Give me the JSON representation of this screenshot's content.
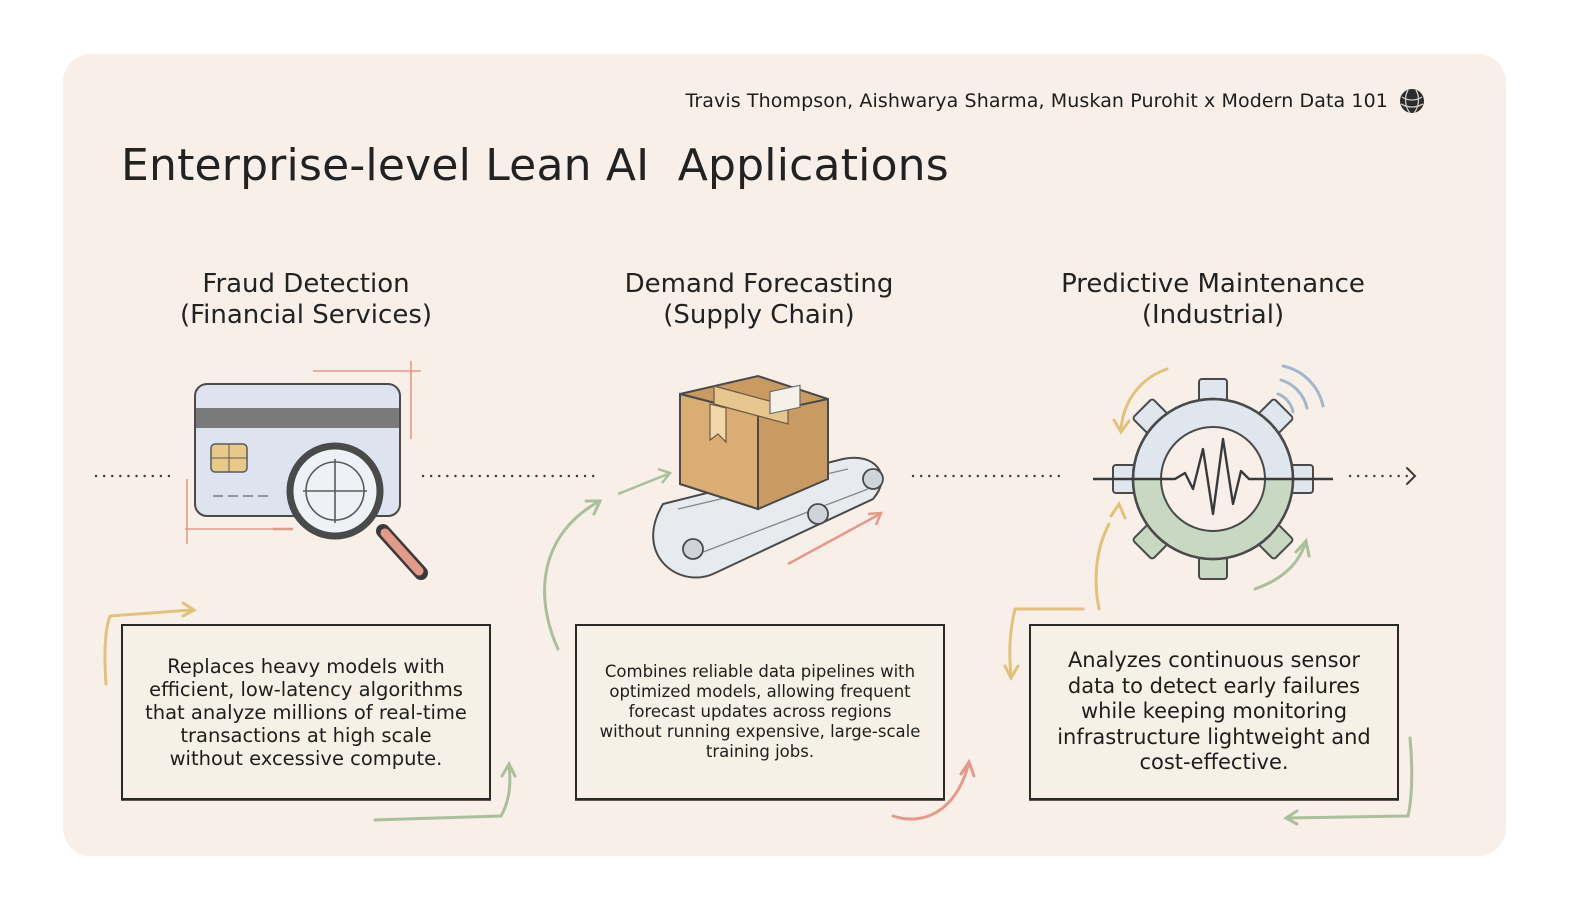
{
  "credit": {
    "text": "Travis Thompson, Aishwarya Sharma, Muskan Purohit x Modern Data 101",
    "logo_icon": "globe-logo-icon"
  },
  "title": "Enterprise-level Lean AI  Applications",
  "sections": [
    {
      "heading_line1": "Fraud Detection",
      "heading_line2": "(Financial Services)",
      "icon": "credit-card-magnifier-icon",
      "description": "Replaces heavy models with efficient, low-latency algorithms that analyze millions of real-time transactions at high scale without excessive compute."
    },
    {
      "heading_line1": "Demand Forecasting",
      "heading_line2": "(Supply Chain)",
      "icon": "box-conveyor-icon",
      "description": "Combines reliable data pipelines with optimized models, allowing frequent forecast updates across regions without running expensive, large-scale training jobs."
    },
    {
      "heading_line1": "Predictive Maintenance",
      "heading_line2": "(Industrial)",
      "icon": "gear-waveform-icon",
      "description": "Analyzes continuous sensor data to detect early failures while keeping monitoring infrastructure lightweight and cost-effective."
    }
  ],
  "colors": {
    "card_bg": "#f8efe9",
    "box_bg": "#f6f0e6",
    "arrow_yellow": "#e2c27a",
    "arrow_green": "#a9c09a",
    "arrow_red": "#e49a88"
  }
}
